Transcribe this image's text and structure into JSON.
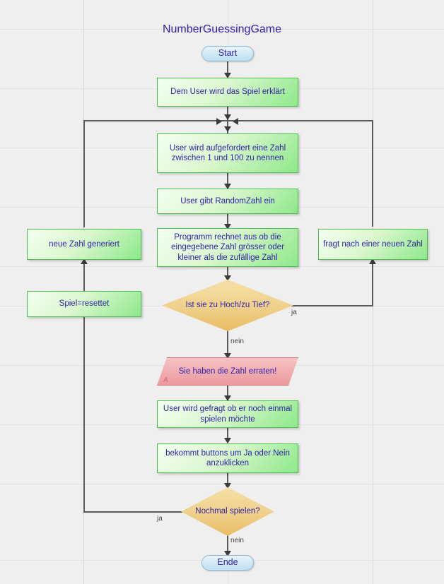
{
  "diagram": {
    "title": "NumberGuessingGame",
    "accent_text_color": "#2f1fa8",
    "background_color": "#efefef",
    "process_color": "#8ee88a",
    "decision_color": "#e9bc63",
    "io_color": "#eb9a9f",
    "terminator_color": "#bfdff0"
  },
  "nodes": {
    "start": "Start",
    "explain": "Dem User wird das Spiel erklärt",
    "prompt": "User wird aufgefordert eine Zahl zwischen 1 und 100 zu nennen",
    "input": "User gibt RandomZahl ein",
    "compare": "Programm rechnet aus ob die eingegebene Zahl grösser oder kleiner als die zufällige Zahl",
    "decision_high_low": "Ist sie zu Hoch/zu Tief?",
    "ask_new_number": "fragt nach einer neuen Zahl",
    "new_number_generated": "neue Zahl generiert",
    "game_reset": "Spiel=resettet",
    "guessed": "Sie haben die Zahl erraten!",
    "guessed_marker": "A",
    "ask_replay": "User wird gefragt ob er noch einmal spielen möchte",
    "buttons": "bekommt buttons um Ja oder Nein anzuklicken",
    "decision_replay": "Nochmal spielen?",
    "end": "Ende"
  },
  "edges": {
    "high_low_yes": "ja",
    "high_low_no": "nein",
    "replay_yes": "ja",
    "replay_no": "nein"
  }
}
